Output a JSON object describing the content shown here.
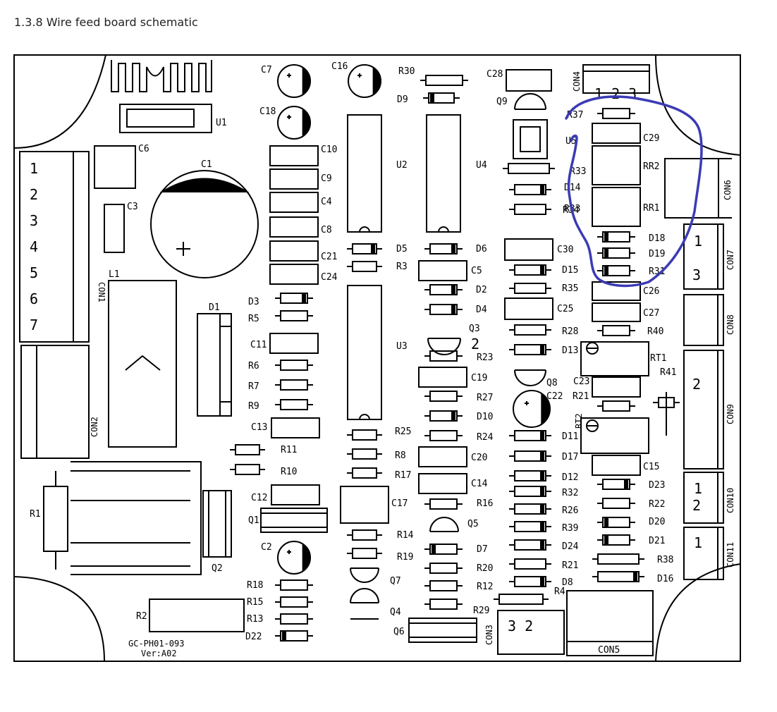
{
  "title": "1.3.8  Wire feed board schematic",
  "board_id": "GC-PH01-093",
  "board_version": "Ver:A02",
  "labels": {
    "U1": "U1",
    "U2": "U2",
    "U3": "U3",
    "U4": "U4",
    "U5": "U5",
    "C1": "C1",
    "C2": "C2",
    "C3": "C3",
    "C4": "C4",
    "C5": "C5",
    "C6": "C6",
    "C7": "C7",
    "C8": "C8",
    "C9": "C9",
    "C10": "C10",
    "C11": "C11",
    "C12": "C12",
    "C13": "C13",
    "C14": "C14",
    "C15": "C15",
    "C16": "C16",
    "C17": "C17",
    "C18": "C18",
    "C19": "C19",
    "C20": "C20",
    "C21": "C21",
    "C22": "C22",
    "C23": "C23",
    "C24": "C24",
    "C25": "C25",
    "C26": "C26",
    "C27": "C27",
    "C28": "C28",
    "C29": "C29",
    "C30": "C30",
    "R1": "R1",
    "R2": "R2",
    "R3": "R3",
    "R4": "R4",
    "R5": "R5",
    "R6": "R6",
    "R7": "R7",
    "R8": "R8",
    "R9": "R9",
    "R10": "R10",
    "R11": "R11",
    "R12": "R12",
    "R13": "R13",
    "R14": "R14",
    "R15": "R15",
    "R16": "R16",
    "R17": "R17",
    "R18": "R18",
    "R19": "R19",
    "R20": "R20",
    "R21a": "R21",
    "R21b": "R21",
    "R22": "R22",
    "R23": "R23",
    "R24": "R24",
    "R25": "R25",
    "R26": "R26",
    "R27": "R27",
    "R28": "R28",
    "R29": "R29",
    "R30": "R30",
    "R31": "R31",
    "R32": "R32",
    "R33": "R33",
    "R34": "R34",
    "R35": "R35",
    "R37": "R37",
    "R38": "R38",
    "R39": "R39",
    "R40": "R40",
    "R41": "R41",
    "RR1": "RR1",
    "RR2": "RR2",
    "RT1": "RT1",
    "RT2": "RT2",
    "D1": "D1",
    "D2": "D2",
    "D3": "D3",
    "D4": "D4",
    "D5": "D5",
    "D6": "D6",
    "D7": "D7",
    "D8": "D8",
    "D9": "D9",
    "D10": "D10",
    "D11": "D11",
    "D12": "D12",
    "D13": "D13",
    "D14": "D14",
    "D15": "D15",
    "D16": "D16",
    "D17": "D17",
    "D18": "D18",
    "D19": "D19",
    "D20": "D20",
    "D21": "D21",
    "D22": "D22",
    "D23": "D23",
    "D24": "D24",
    "Q1": "Q1",
    "Q2": "Q2",
    "Q3": "Q3",
    "Q4": "Q4",
    "Q5": "Q5",
    "Q6": "Q6",
    "Q7": "Q7",
    "Q8": "Q8",
    "Q9": "Q9",
    "L1": "L1",
    "CON1": "CON1",
    "CON2": "CON2",
    "CON3": "CON3",
    "CON4": "CON4",
    "CON5": "CON5",
    "CON6": "CON6",
    "CON7": "CON7",
    "CON8": "CON8",
    "CON9": "CON9",
    "CON10": "CON10",
    "CON11": "CON11"
  },
  "pins": {
    "con1": [
      "1",
      "2",
      "3",
      "4",
      "5",
      "6",
      "7"
    ],
    "con4": "1 2 3",
    "con3": "3 2",
    "con7_top": "1",
    "con7_bottom": "3",
    "con9": "2",
    "con10_top": "1",
    "con10_bottom": "2",
    "con11": "1",
    "q3_pin": "2"
  },
  "colors": {
    "trace": "#000000",
    "annotation": "#3b3bb5"
  }
}
